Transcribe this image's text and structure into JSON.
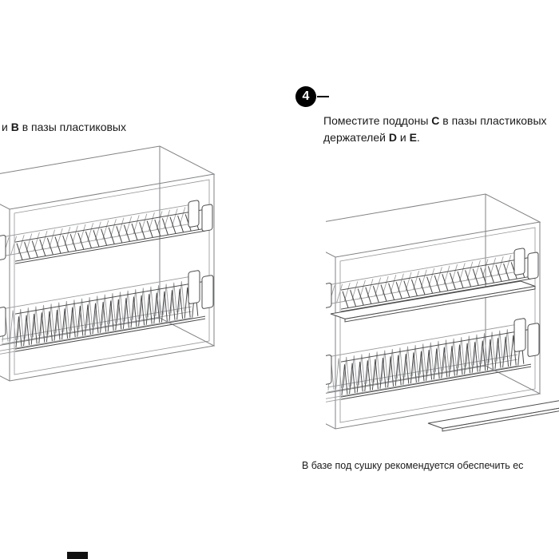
{
  "colors": {
    "ink": "#1a1a1a",
    "cabinet_line": "#808285",
    "rack_line": "#4d4d4f",
    "rack_back_line": "#9a9c9e"
  },
  "prev_step_fragment": {
    "pre": "и ",
    "bold": "B",
    "post": " в пазы пластиковых"
  },
  "step4": {
    "number": "4",
    "line1": {
      "pre": "Поместите поддоны ",
      "bold": "C",
      "post": " в пазы пластиковых"
    },
    "line2": {
      "pre": "держателей ",
      "bold1": "D",
      "mid": " и ",
      "bold2": "E",
      "end": "."
    }
  },
  "note": "В базе под сушку рекомендуется обеспечить ес",
  "illustrations": {
    "left_label": "cabinet-with-two-tier-dish-rack",
    "right_label": "cabinet-with-drip-trays-being-inserted"
  }
}
